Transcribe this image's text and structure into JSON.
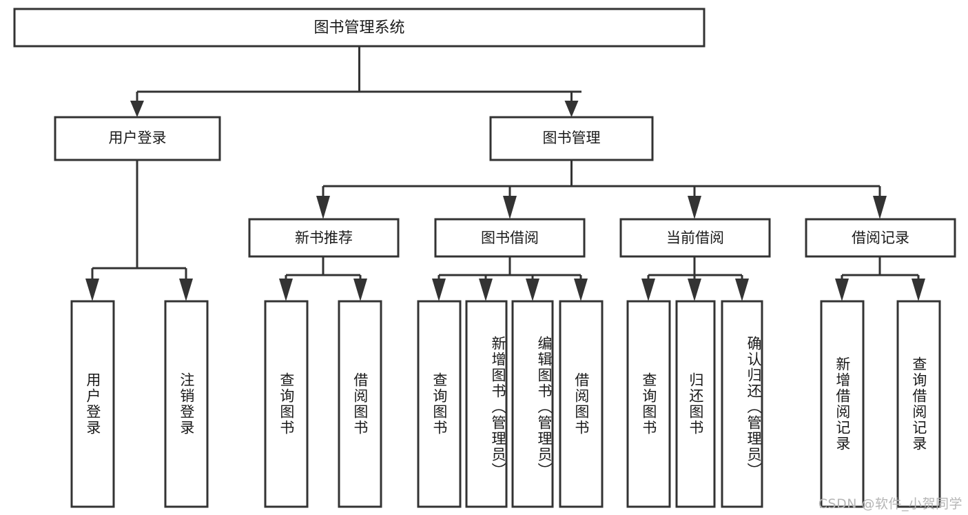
{
  "diagram": {
    "title_node": {
      "label": "图书管理系统"
    },
    "level1": [
      {
        "id": "user-login",
        "label": "用户登录"
      },
      {
        "id": "book-manage",
        "label": "图书管理"
      }
    ],
    "level2": [
      {
        "id": "new-book-recommend",
        "label": "新书推荐",
        "parent": "book-manage"
      },
      {
        "id": "book-borrow",
        "label": "图书借阅",
        "parent": "book-manage"
      },
      {
        "id": "current-borrow",
        "label": "当前借阅",
        "parent": "book-manage"
      },
      {
        "id": "borrow-record",
        "label": "借阅记录",
        "parent": "book-manage"
      }
    ],
    "leaves": [
      {
        "id": "leaf-user-login",
        "label": "用户登录",
        "parent": "user-login"
      },
      {
        "id": "leaf-logout",
        "label": "注销登录",
        "parent": "user-login"
      },
      {
        "id": "leaf-query-book-1",
        "label": "查询图书",
        "parent": "new-book-recommend"
      },
      {
        "id": "leaf-borrow-book-1",
        "label": "借阅图书",
        "parent": "new-book-recommend"
      },
      {
        "id": "leaf-query-book-2",
        "label": "查询图书",
        "parent": "book-borrow"
      },
      {
        "id": "leaf-add-book",
        "label": "新增图书（管理员）",
        "parent": "book-borrow"
      },
      {
        "id": "leaf-edit-book",
        "label": "编辑图书（管理员）",
        "parent": "book-borrow"
      },
      {
        "id": "leaf-borrow-book-2",
        "label": "借阅图书",
        "parent": "book-borrow"
      },
      {
        "id": "leaf-query-book-3",
        "label": "查询图书",
        "parent": "current-borrow"
      },
      {
        "id": "leaf-return-book",
        "label": "归还图书",
        "parent": "current-borrow"
      },
      {
        "id": "leaf-confirm-return",
        "label": "确认归还（管理员）",
        "parent": "current-borrow"
      },
      {
        "id": "leaf-add-record",
        "label": "新增借阅记录",
        "parent": "borrow-record"
      },
      {
        "id": "leaf-query-record",
        "label": "查询借阅记录",
        "parent": "borrow-record"
      }
    ]
  },
  "watermark": {
    "text": "CSDN @软件_小贺同学"
  },
  "colors": {
    "stroke": "#333333",
    "fill": "#ffffff",
    "text": "#1a1a1a",
    "watermark": "#b5b5b5"
  }
}
